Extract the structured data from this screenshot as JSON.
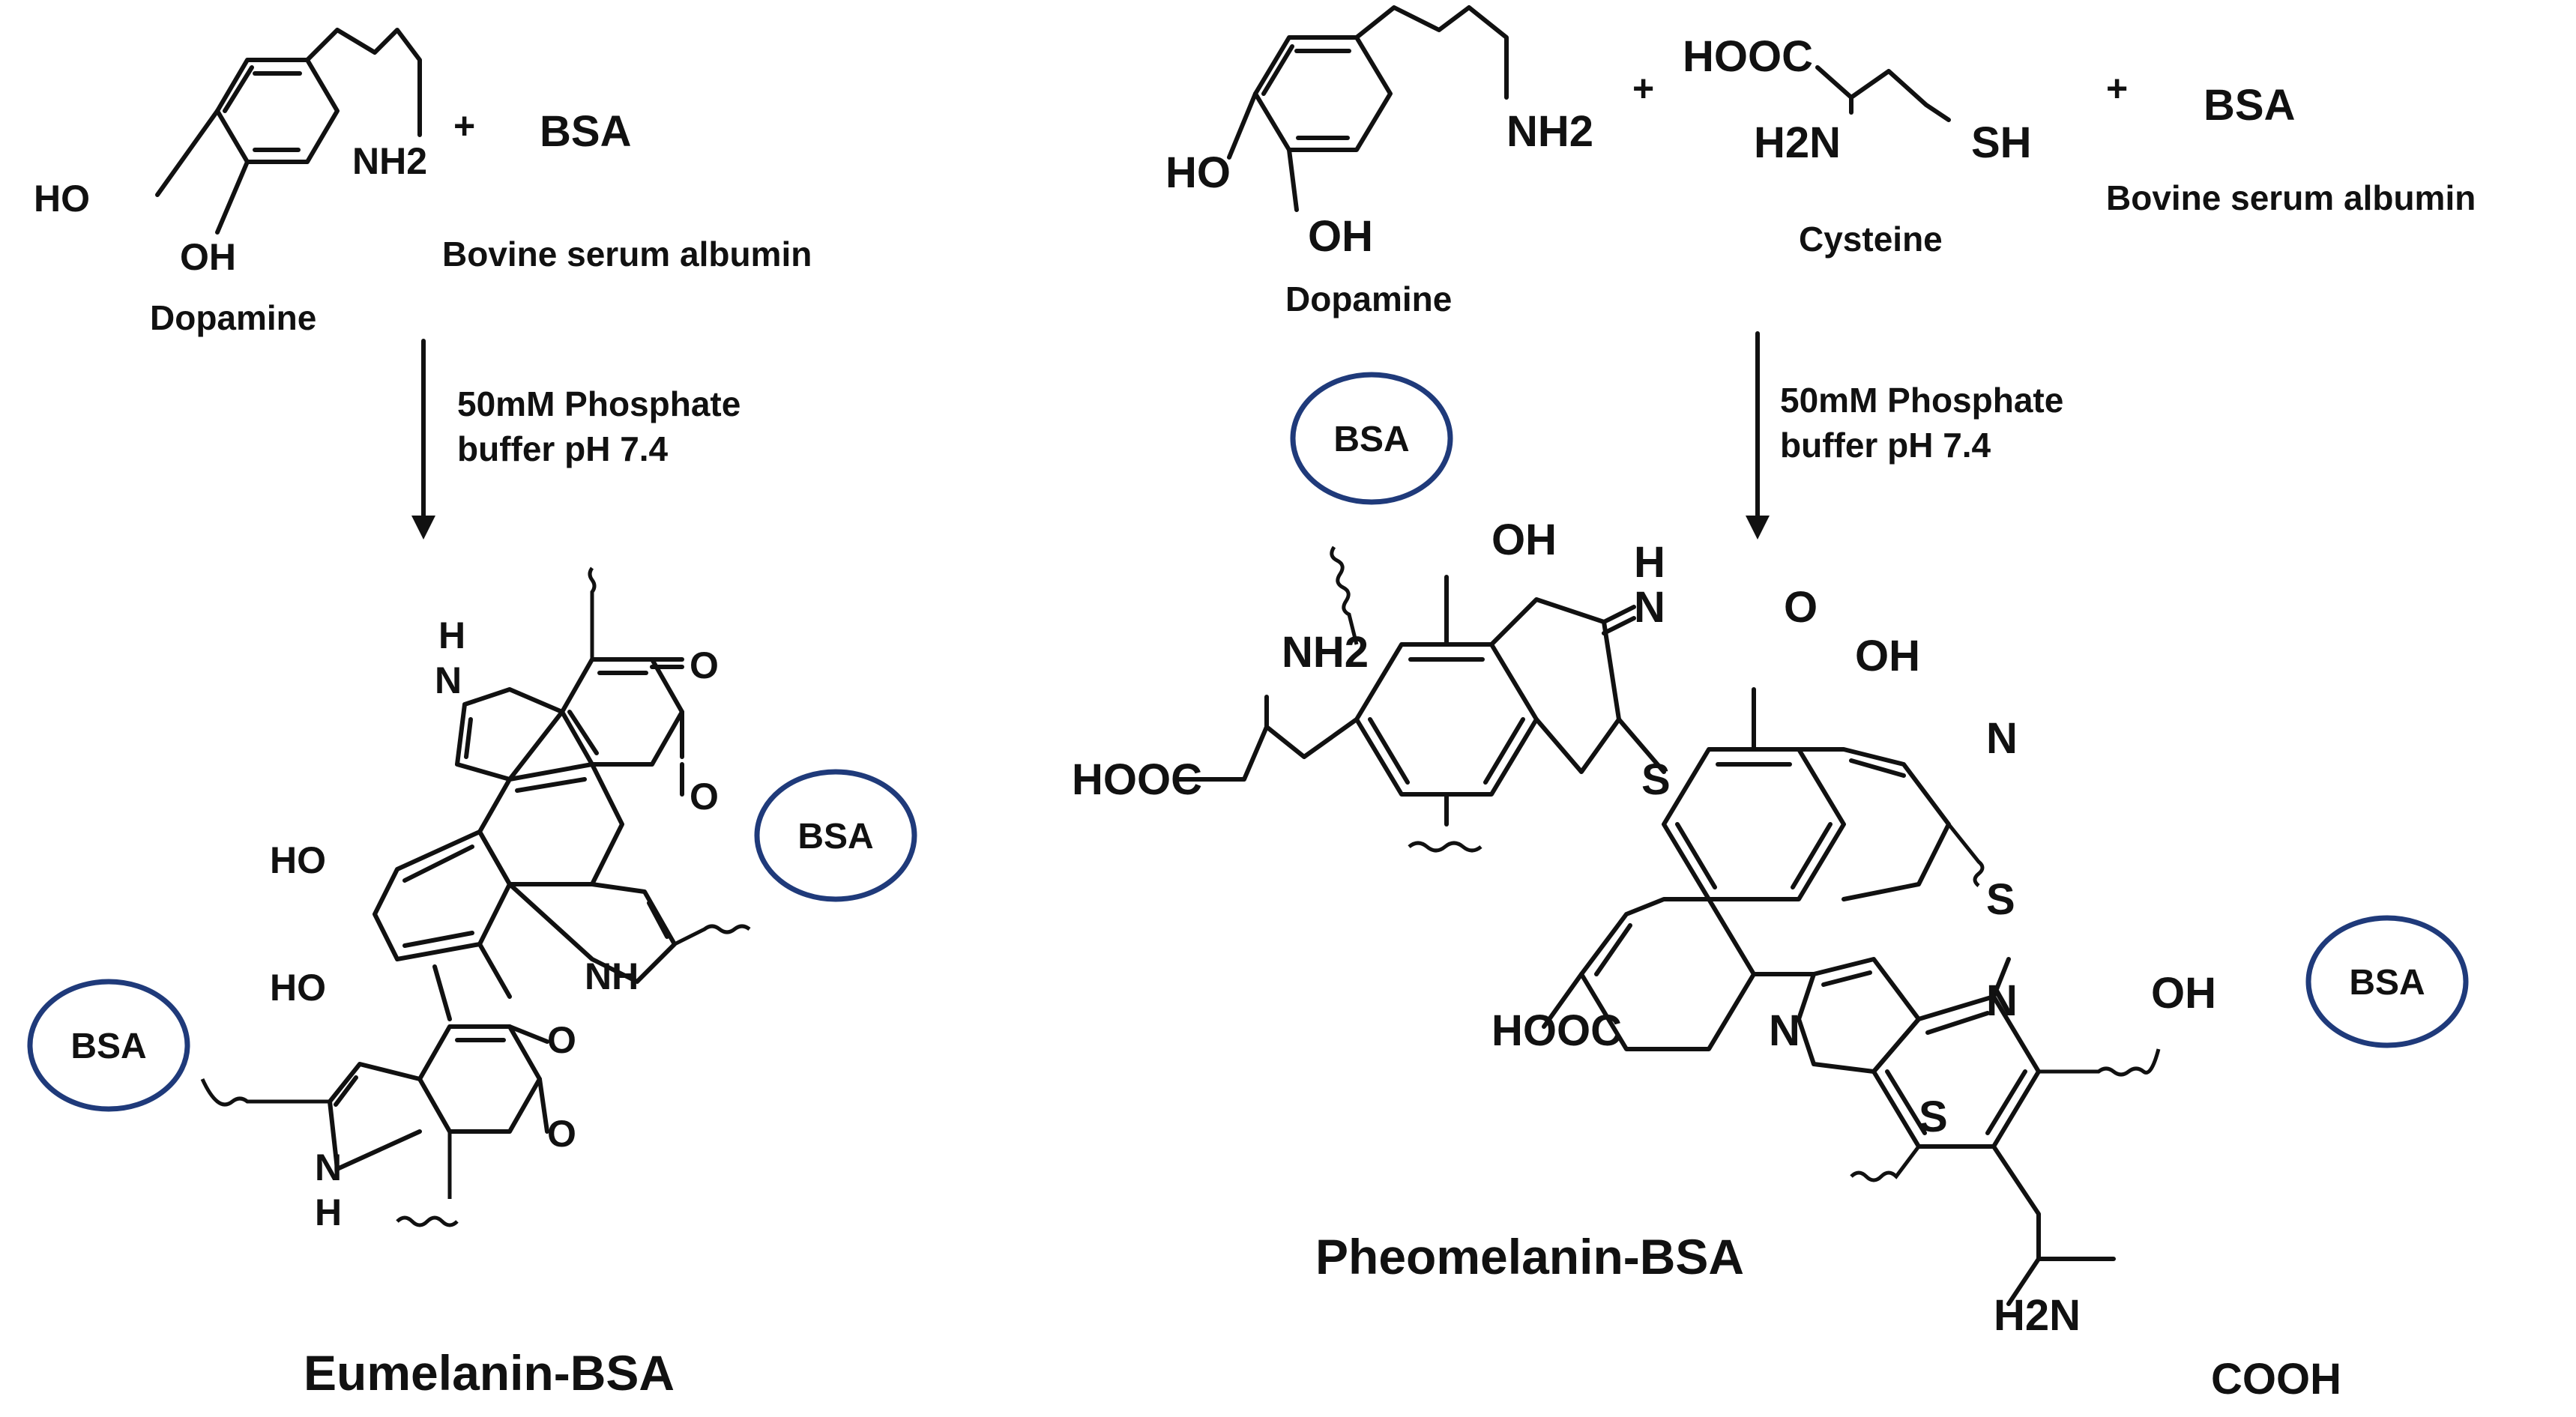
{
  "left": {
    "dopamine_label": "Dopamine",
    "nh2": "NH2",
    "ho": "HO",
    "oh": "OH",
    "plus": "+",
    "bsa": "BSA",
    "bsa_full": "Bovine serum albumin",
    "condition_line1": "50mM Phosphate",
    "condition_line2": "buffer pH 7.4",
    "product_title": "Eumelanin-BSA",
    "product_labels": {
      "nh_top": "H",
      "n_top": "N",
      "o1": "O",
      "o2": "O",
      "ho1": "HO",
      "ho2": "HO",
      "nh_mid": "NH",
      "o3": "O",
      "o4": "O",
      "n_bottom": "N",
      "h_bottom": "H",
      "bsa_right": "BSA",
      "bsa_left": "BSA"
    }
  },
  "right": {
    "dopamine_label": "Dopamine",
    "nh2": "NH2",
    "ho": "HO",
    "oh": "OH",
    "plus1": "+",
    "plus2": "+",
    "hooc": "HOOC",
    "h2n": "H2N",
    "sh": "SH",
    "cysteine_label": "Cysteine",
    "bsa": "BSA",
    "bsa_full": "Bovine serum albumin",
    "condition_line1": "50mM Phosphate",
    "condition_line2": "buffer pH 7.4",
    "product_title": "Pheomelanin-BSA",
    "product_labels": {
      "bsa_top": "BSA",
      "oh1": "OH",
      "h": "H",
      "n1": "N",
      "o1": "O",
      "nh2": "NH2",
      "oh2": "OH",
      "hooc1": "HOOC",
      "s1": "S",
      "n2": "N",
      "s2": "S",
      "hooc2": "HOOC",
      "n3": "N",
      "n4": "N",
      "oh3": "OH",
      "bsa_right": "BSA",
      "s3": "S",
      "h2n": "H2N",
      "cooh": "COOH"
    }
  },
  "colors": {
    "bsa_ring": "#1f3a7a",
    "ink": "#111111"
  }
}
